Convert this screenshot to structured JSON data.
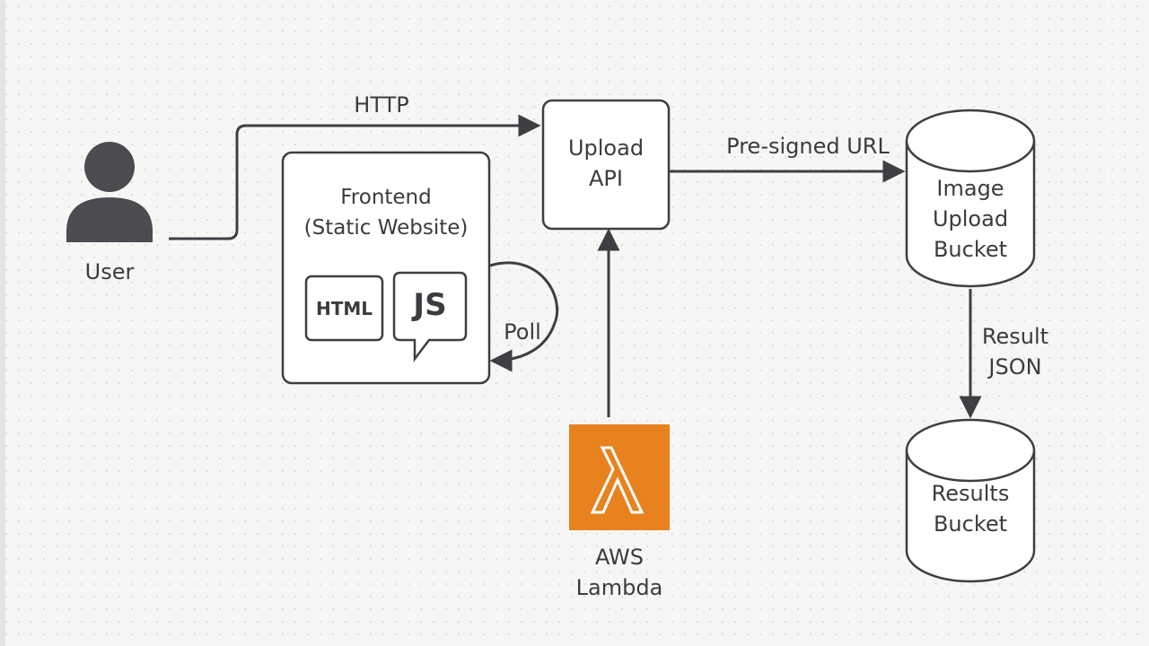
{
  "nodes": {
    "user": {
      "label": "User",
      "icon": "user-icon"
    },
    "frontend": {
      "title": "Frontend\n(Static Website)",
      "html_badge": "HTML",
      "js_badge": "JS"
    },
    "upload_api": {
      "label": "Upload\nAPI"
    },
    "image_bucket": {
      "label": "Image\nUpload\nBucket"
    },
    "results_bucket": {
      "label": "Results\nBucket"
    },
    "lambda": {
      "label": "AWS\nLambda",
      "icon": "lambda-icon"
    }
  },
  "edges": {
    "user_to_api": "HTTP",
    "api_to_bucket": "Pre-signed URL",
    "bucket_to_results": "Result\nJSON",
    "poll": "Poll"
  },
  "colors": {
    "stroke": "#3d3f42",
    "text": "#3a3c3f",
    "user_icon": "#4a4c50",
    "lambda_bg": "#e8821e",
    "box_fill": "#ffffff",
    "background": "#f6f6f5"
  }
}
